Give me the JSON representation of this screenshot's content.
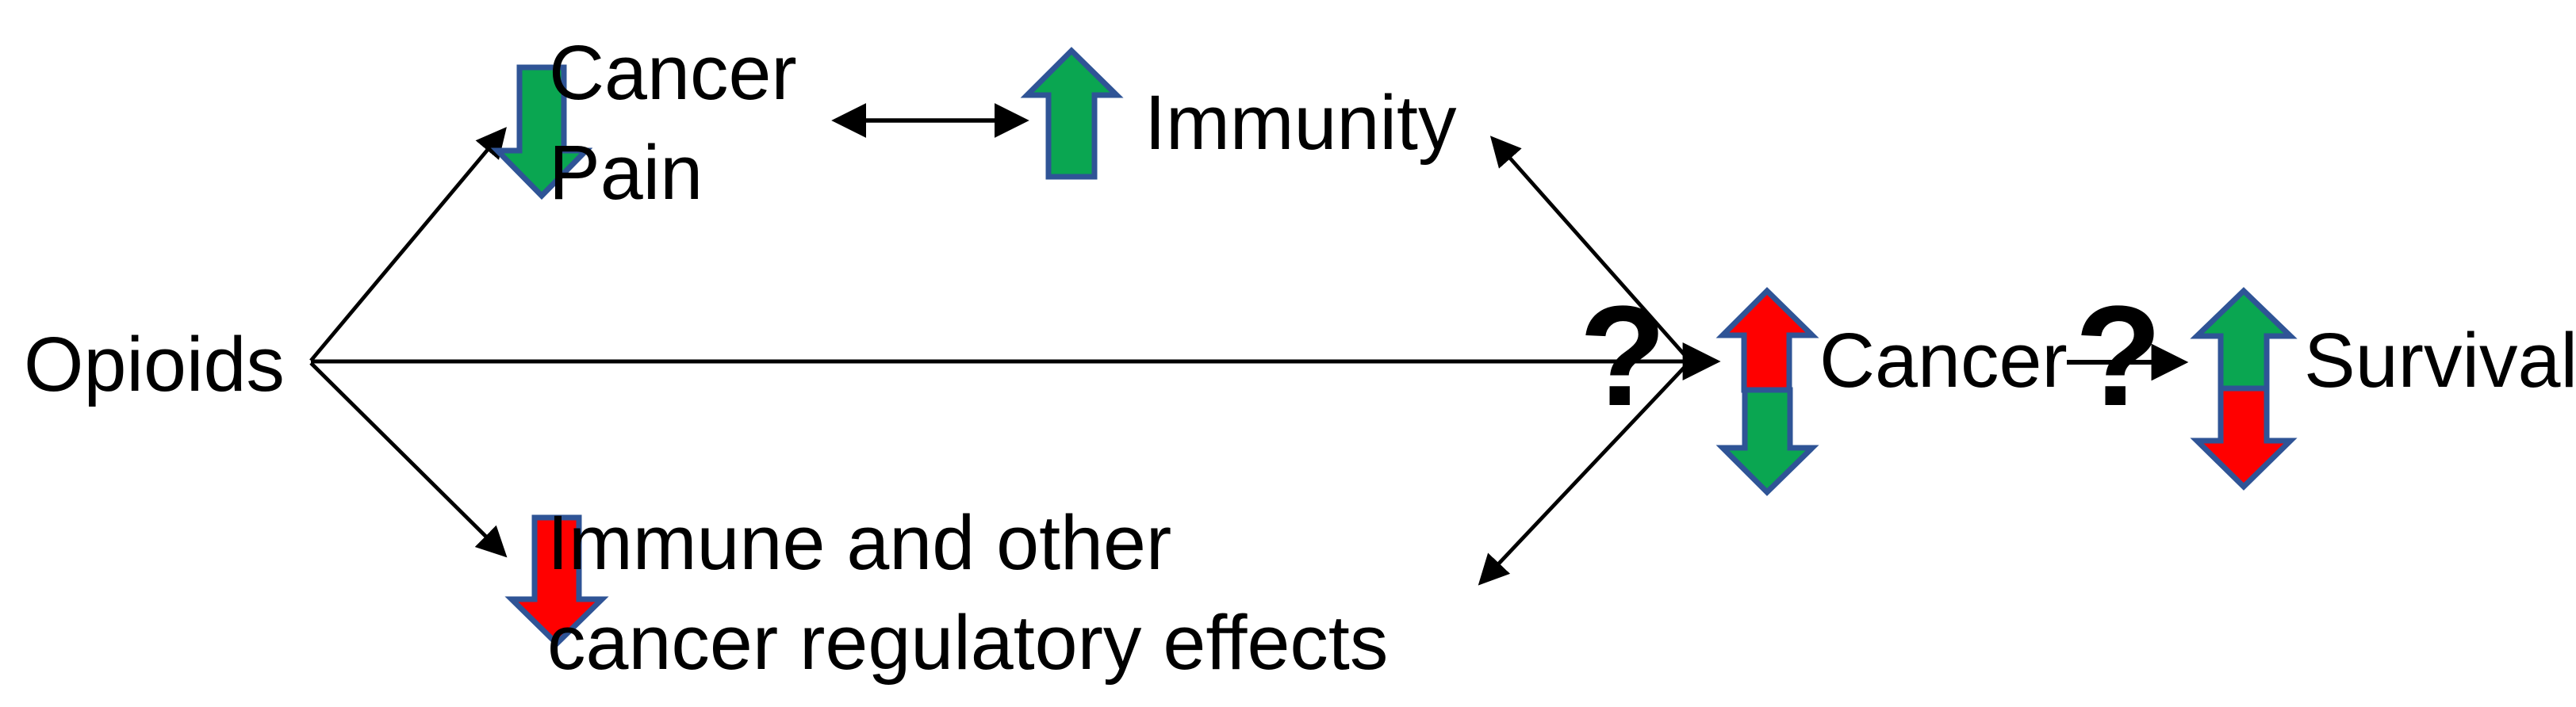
{
  "diagram": {
    "description": "Conceptual diagram of opioid effects in cancer",
    "nodes": {
      "opioids": {
        "label": "Opioids"
      },
      "cancer_pain": {
        "lines": [
          "Cancer",
          "Pain"
        ],
        "indicator": "decrease",
        "indicator_color": "green"
      },
      "immunity": {
        "label": "Immunity",
        "indicator": "increase",
        "indicator_color": "green"
      },
      "immune_effects": {
        "lines": [
          "Immune and other",
          "cancer regulatory effects"
        ],
        "indicator": "decrease",
        "indicator_color": "red"
      },
      "cancer": {
        "label": "Cancer",
        "question_mark": "?",
        "indicator": "increase-or-decrease",
        "indicator_colors": [
          "red",
          "green"
        ]
      },
      "survival": {
        "label": "Survival",
        "question_mark": "?",
        "indicator": "increase-or-decrease",
        "indicator_colors": [
          "green",
          "red"
        ]
      }
    },
    "edges": [
      {
        "from": "opioids",
        "to": "cancer_pain"
      },
      {
        "from": "opioids",
        "to": "cancer",
        "label": "?"
      },
      {
        "from": "opioids",
        "to": "immune_effects"
      },
      {
        "from": "cancer_pain",
        "to": "immunity",
        "bidirectional": true
      },
      {
        "from": "cancer",
        "to": "immunity"
      },
      {
        "from": "cancer",
        "to": "immune_effects"
      },
      {
        "from": "cancer",
        "to": "survival",
        "label": "?"
      }
    ],
    "colors": {
      "green": "#0AA651",
      "red": "#FF0000",
      "outline_blue": "#2F5496",
      "line_black": "#000000",
      "background": "#FFFFFF"
    }
  }
}
